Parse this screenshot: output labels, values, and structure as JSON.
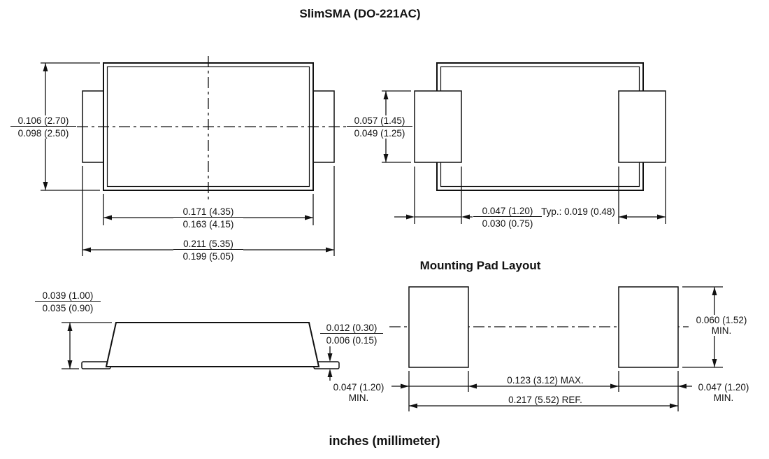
{
  "title": "SlimSMA (DO-221AC)",
  "footer_units": "inches (millimeter)",
  "top_view": {
    "body_height": {
      "max": "0.106 (2.70)",
      "min": "0.098 (2.50)"
    },
    "body_width": {
      "max": "0.171 (4.35)",
      "min": "0.163 (4.15)"
    },
    "overall_width": {
      "max": "0.211 (5.35)",
      "min": "0.199 (5.05)"
    }
  },
  "bottom_view": {
    "terminal_height": {
      "max": "0.057 (1.45)",
      "min": "0.049 (1.25)"
    },
    "terminal_width": {
      "max": "0.047 (1.20)",
      "min": "0.030 (0.75)"
    },
    "terminal_typ": "Typ.: 0.019 (0.48)"
  },
  "side_view": {
    "body_height": {
      "max": "0.039 (1.00)",
      "min": "0.035 (0.90)"
    },
    "lead_thickness": {
      "max": "0.012 (0.30)",
      "min": "0.006 (0.15)"
    }
  },
  "pad_layout": {
    "heading": "Mounting Pad Layout",
    "left_pad_width": {
      "value": "0.047 (1.20)",
      "qualifier": "MIN."
    },
    "right_pad_width": {
      "value": "0.047 (1.20)",
      "qualifier": "MIN."
    },
    "pad_height": {
      "value": "0.060 (1.52)",
      "qualifier": "MIN."
    },
    "pad_gap": "0.123 (3.12) MAX.",
    "pad_span": "0.217 (5.52) REF."
  },
  "colors": {
    "ink": "#111111",
    "paper": "#ffffff"
  }
}
